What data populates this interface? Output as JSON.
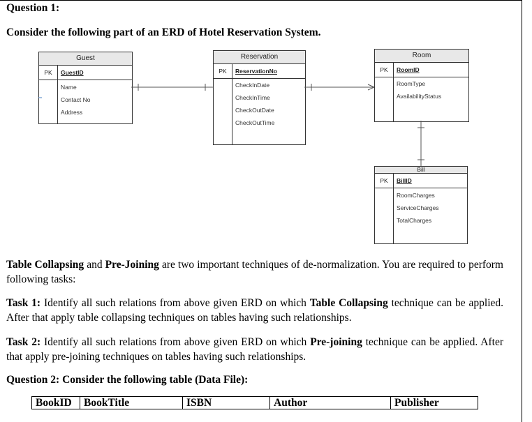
{
  "question1": {
    "heading": "Question 1:",
    "prompt": "Consider the following part of an ERD of Hotel Reservation System."
  },
  "erd": {
    "guest": {
      "title": "Guest",
      "pk_label": "PK",
      "pk": "GuestID",
      "attributes": [
        "Name",
        "Contact No",
        "Address"
      ]
    },
    "reservation": {
      "title": "Reservation",
      "pk_label": "PK",
      "pk": "ReservationNo",
      "attributes": [
        "CheckInDate",
        "CheckInTime",
        "CheckOutDate",
        "CheckOutTime"
      ]
    },
    "room": {
      "title": "Room",
      "pk_label": "PK",
      "pk": "RoomID",
      "attributes": [
        "RoomType",
        "AvailabilityStatus"
      ]
    },
    "bill": {
      "title": "Bill",
      "pk_label": "PK",
      "pk": "BillID",
      "attributes": [
        "RoomCharges",
        "ServiceCharges",
        "TotalCharges"
      ]
    }
  },
  "text": {
    "intro_bold1": "Table Collapsing",
    "intro_mid": " and ",
    "intro_bold2": "Pre-Joining",
    "intro_rest": " are two important techniques of de-normalization. You are required to perform following tasks:",
    "task1_label": "Task 1:",
    "task1_a": " Identify all such relations from above given ERD on which ",
    "task1_bold": "Table Collapsing",
    "task1_b": " technique can be applied. After that apply table collapsing techniques on tables having such relationships.",
    "task2_label": "Task 2:",
    "task2_a": " Identify all such relations from above given ERD on which ",
    "task2_bold": "Pre-joining",
    "task2_b": " technique can be applied. After that apply pre-joining techniques on tables having such relationships."
  },
  "question2": {
    "heading": "Question 2: Consider the following table (Data File):",
    "columns": [
      "BookID",
      "BookTitle",
      "ISBN",
      "Author",
      "Publisher"
    ]
  }
}
